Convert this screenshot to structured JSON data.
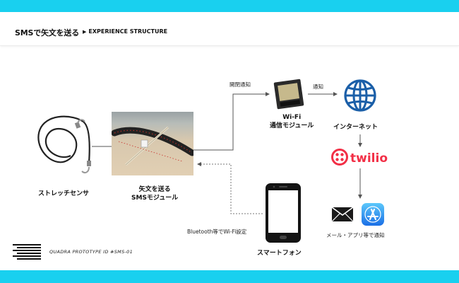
{
  "header": {
    "title": "SMSで矢文を送る",
    "subtitle_arrow": "▶",
    "subtitle": "EXPERIENCE STRUCTURE"
  },
  "nodes": {
    "sensor": "ストレッチセンサ",
    "module_line1": "矢文を送る",
    "module_line2": "SMSモジュール",
    "wifi_line1": "Wi-Fi",
    "wifi_line2": "通信モジュール",
    "internet": "インターネット",
    "twilio": "twilio",
    "notify": "メール・アプリ等で通知",
    "smartphone": "スマートフォン"
  },
  "edges": {
    "open_notify": "開閉通知",
    "notify": "通知",
    "bluetooth": "Bluetooth等でWi-Fi設定"
  },
  "footer": {
    "code": "QUADRA PROTOTYPE ID #SMS-01"
  },
  "colors": {
    "accent_bar": "#19d0ef",
    "twilio": "#f22f46",
    "globe": "#1b5fa8",
    "appstore": "#2c8cf0"
  },
  "icons": [
    "stretch-sensor-icon",
    "wifi-chip-icon",
    "globe-icon",
    "twilio-logo",
    "mail-icon",
    "app-store-icon",
    "smartphone-icon"
  ]
}
